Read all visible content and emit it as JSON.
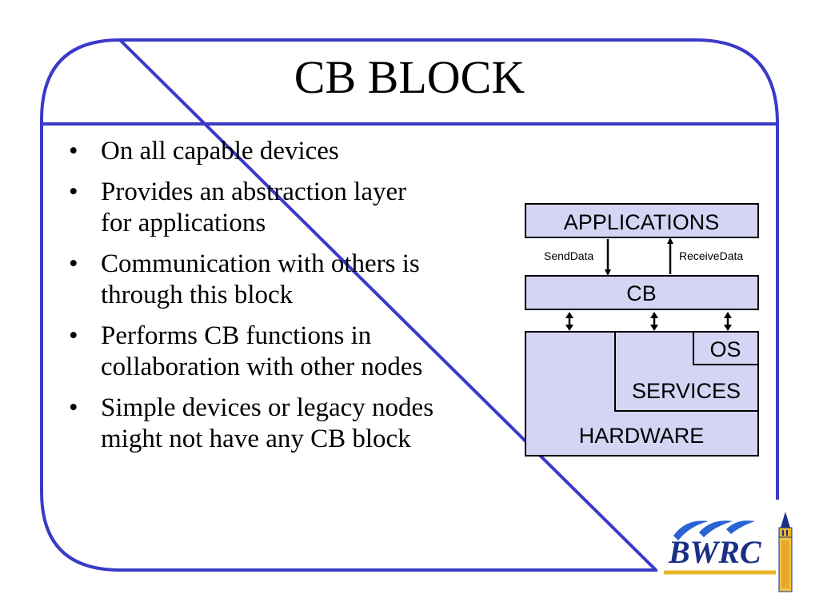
{
  "title": "CB BLOCK",
  "bullets": [
    {
      "lines": [
        "On all capable devices"
      ]
    },
    {
      "lines": [
        "Provides an abstraction layer",
        "for applications"
      ]
    },
    {
      "lines": [
        "Communication with others is",
        "through this block"
      ]
    },
    {
      "lines": [
        "Performs CB functions in",
        "collaboration with other nodes"
      ]
    },
    {
      "lines": [
        "Simple devices or legacy nodes",
        "might not have any CB block"
      ]
    }
  ],
  "diagram": {
    "applications": "APPLICATIONS",
    "send_data": "SendData",
    "receive_data": "ReceiveData",
    "cb": "CB",
    "os": "OS",
    "services": "SERVICES",
    "hardware": "HARDWARE"
  },
  "logo": {
    "text": "BWRC"
  },
  "colors": {
    "frame": "#3a3ac8",
    "box_fill": "#d4d4f4",
    "logo_text": "#1a2f86",
    "logo_swoosh": "#2a63d4",
    "logo_underline": "#e8b52a"
  }
}
